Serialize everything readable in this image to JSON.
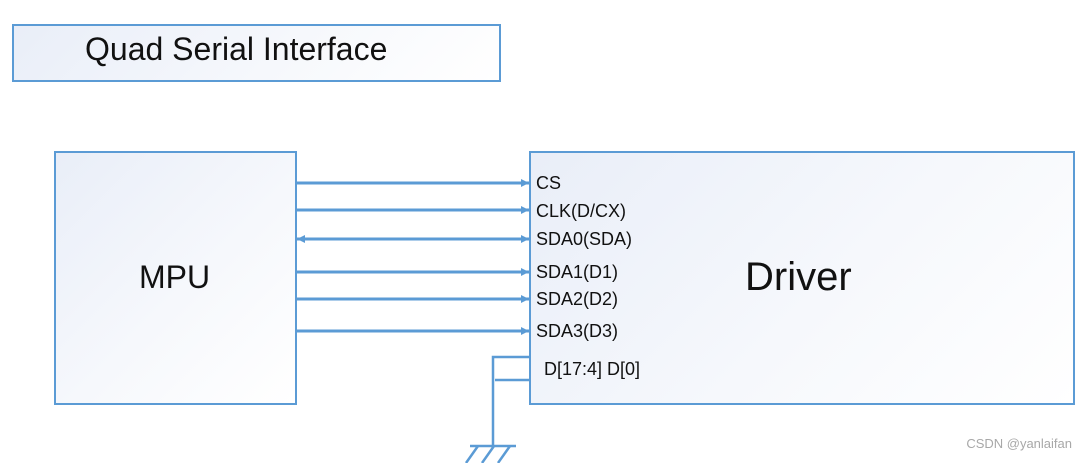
{
  "title": "Quad Serial Interface",
  "blocks": {
    "mpu": "MPU",
    "driver": "Driver"
  },
  "signals": [
    {
      "label": "CS",
      "direction": "to-driver"
    },
    {
      "label": "CLK(D/CX)",
      "direction": "to-driver"
    },
    {
      "label": "SDA0(SDA)",
      "direction": "bidirectional"
    },
    {
      "label": "SDA1(D1)",
      "direction": "to-driver"
    },
    {
      "label": "SDA2(D2)",
      "direction": "to-driver"
    },
    {
      "label": "SDA3(D3)",
      "direction": "to-driver"
    }
  ],
  "unused_pins": "D[17:4] D[0]",
  "watermark": "CSDN @yanlaifan",
  "colors": {
    "line": "#5b9bd5",
    "box_border": "#5b9bd5",
    "text": "#111111"
  }
}
